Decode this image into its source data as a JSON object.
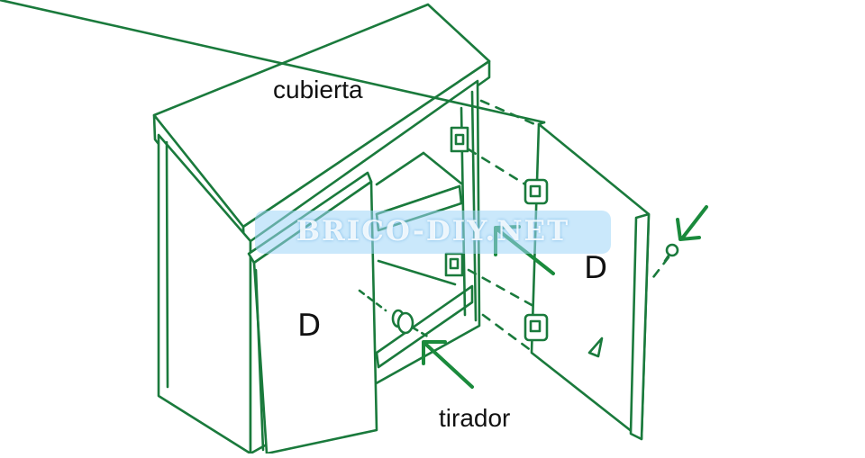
{
  "labels": {
    "top": "cubierta",
    "handle": "tirador",
    "door_left": "D",
    "door_right": "D"
  },
  "watermark": {
    "text": "BRICO-DIY.NET"
  },
  "colors": {
    "line": "#1a7a3c",
    "arrow": "#1a8a3c",
    "watermark_fill": "#9ed6f8",
    "background": "#ffffff"
  },
  "icons": [
    "arrow-to-hinge-icon",
    "arrow-to-handle-icon",
    "arrow-to-screw-icon",
    "hinge-icon",
    "knob-icon",
    "screw-icon"
  ]
}
